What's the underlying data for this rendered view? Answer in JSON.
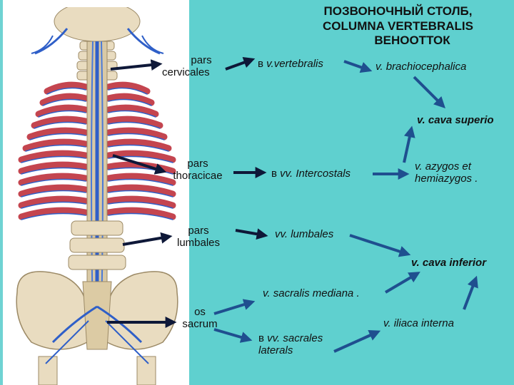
{
  "title": {
    "line1": "ПОЗВОНОЧНЫЙ СТОЛБ,",
    "line2": "COLUMNA VERTEBRALIS",
    "line3": "ВЕНООТТОК"
  },
  "regions": {
    "cervical": [
      "pars",
      "cervicales"
    ],
    "thoracic": [
      "pars",
      "thoracicae"
    ],
    "lumbar": [
      "pars",
      "lumbales"
    ],
    "sacral": [
      "os",
      "sacrum"
    ]
  },
  "nodes": {
    "vertebralis_prefix": "в",
    "vertebralis": "v.vertebralis",
    "brachiocephalica": "v. brachiocephalica",
    "cava_superior": "v. cava superio",
    "intercostals_prefix": "в",
    "intercostals": "vv. Intercostals",
    "azygos": [
      "v. azygos et",
      "hemiazygos ."
    ],
    "lumbales": "vv. lumbales",
    "cava_inferior": "v. cava inferior",
    "sacralis_mediana": "v. sacralis mediana .",
    "iliaca_interna": "v. iliaca interna",
    "sacrales_prefix": "в",
    "sacrales": [
      "vv. sacrales",
      "laterals"
    ]
  },
  "colors": {
    "background": "#5fd0cf",
    "arrow_black": "#0e1838",
    "arrow_blue": "#1f4f8f",
    "vein_blue": "#2f5fc8",
    "muscle_red": "#c4454f",
    "bone": "#e9dcc0"
  }
}
